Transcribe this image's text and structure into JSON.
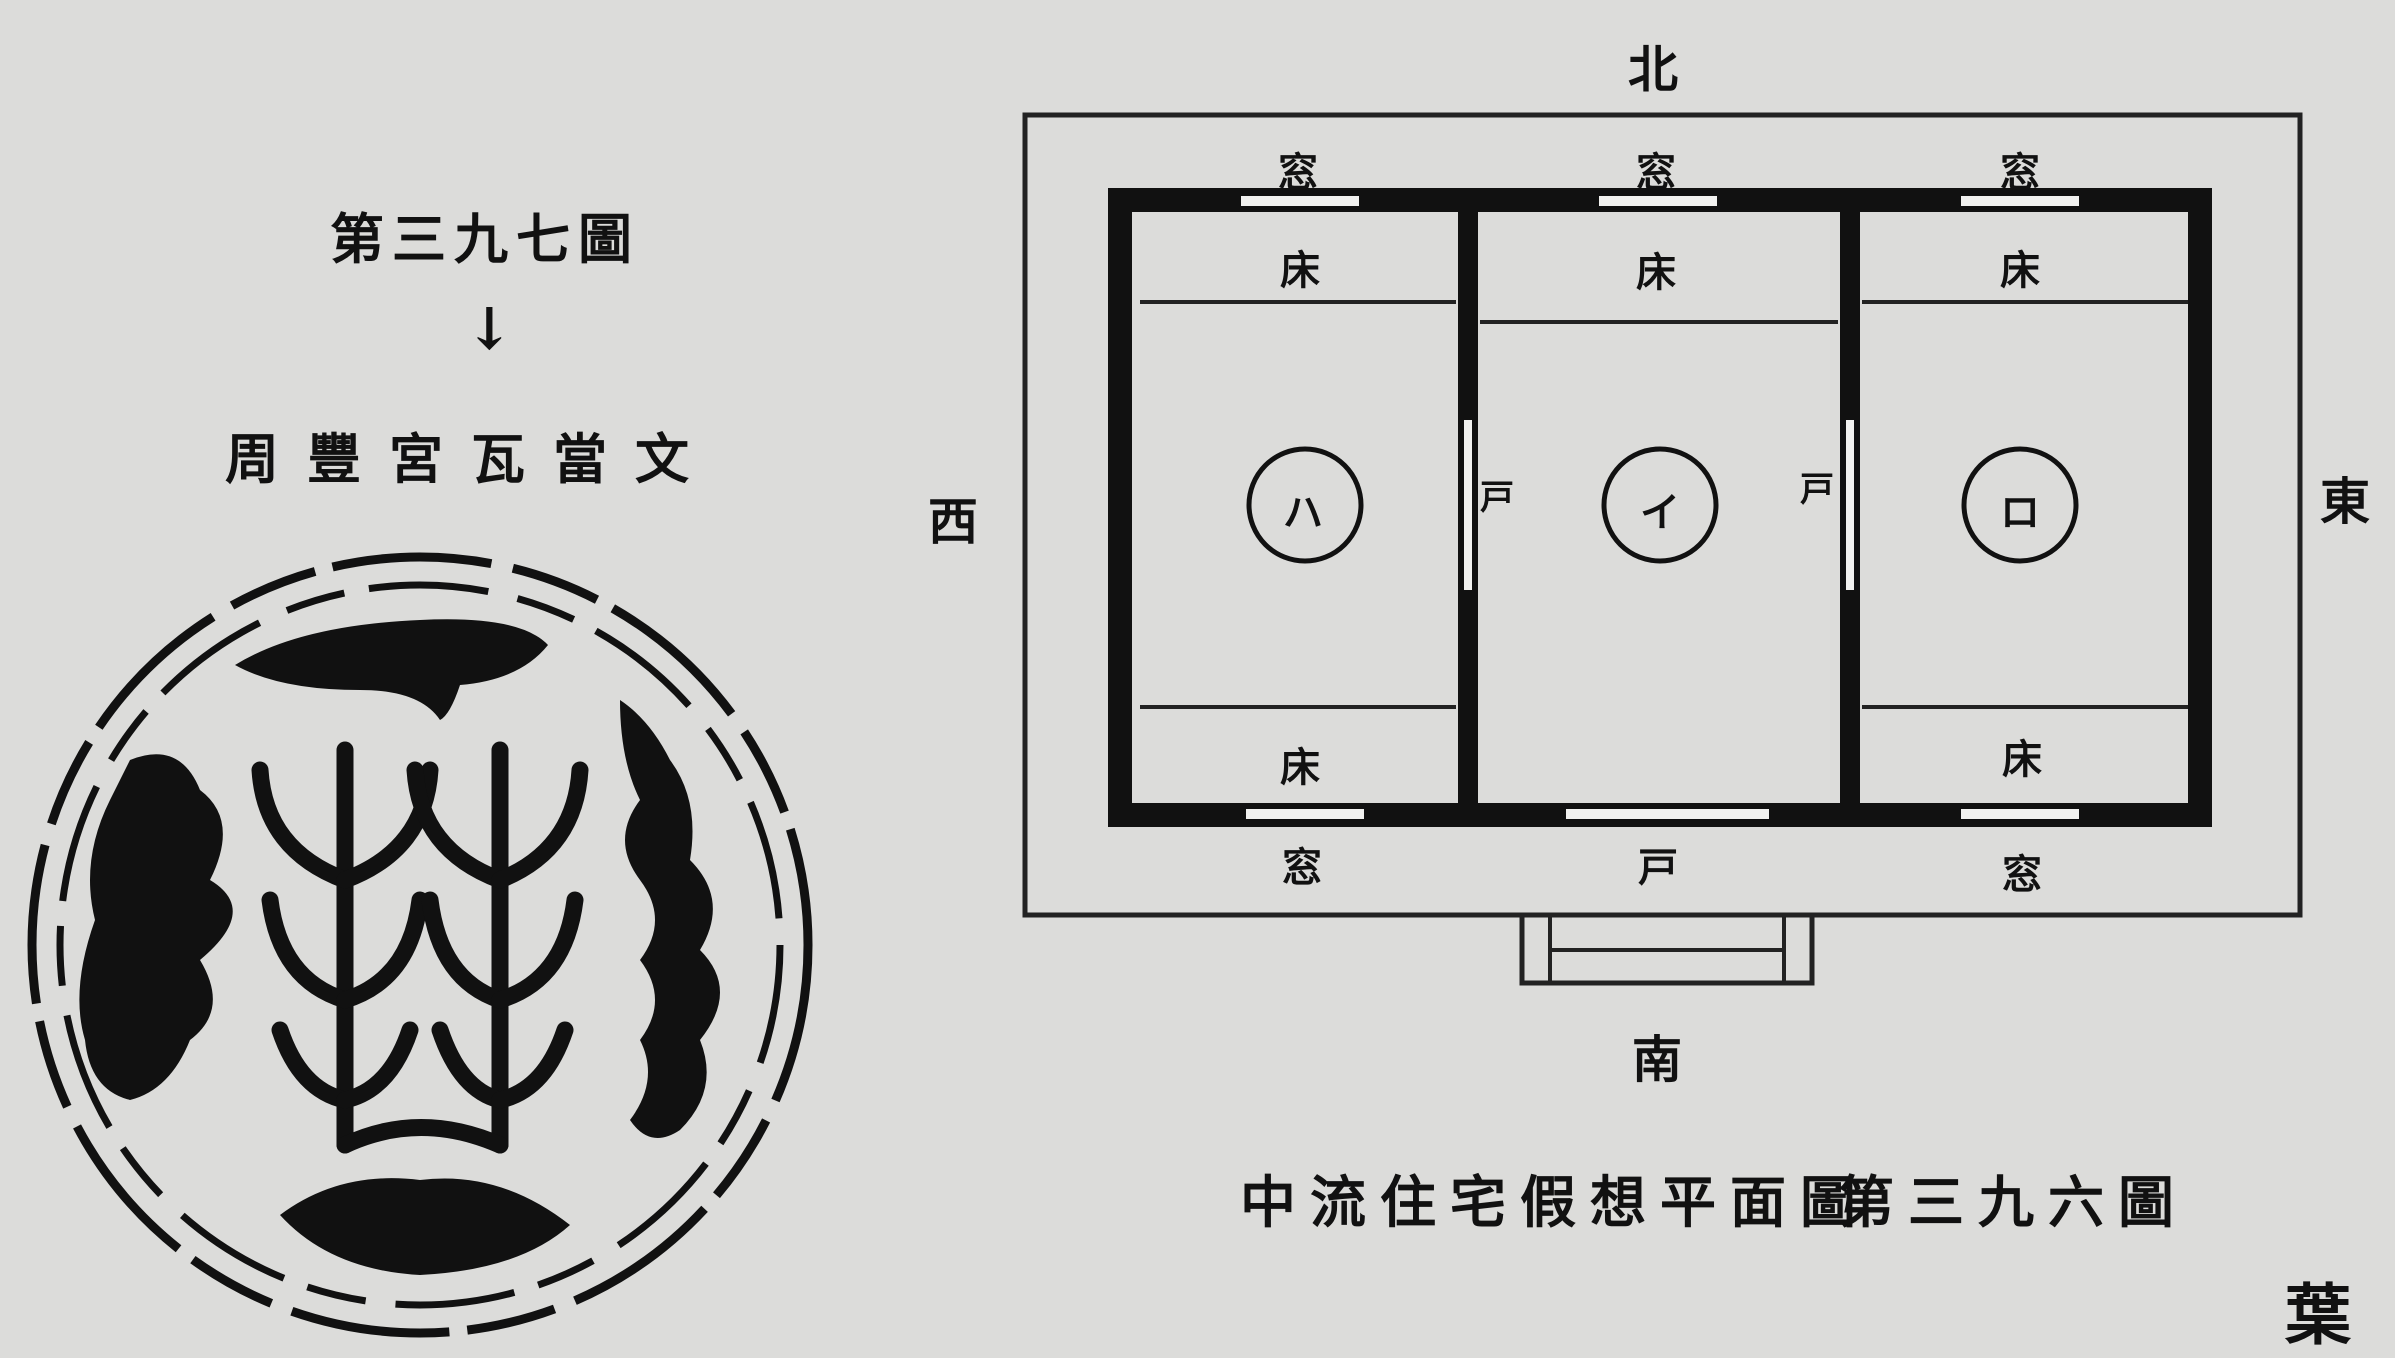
{
  "left_figure": {
    "number": "第三九七圖",
    "title": "周豐宮瓦當文",
    "arrow": "↓"
  },
  "right_figure": {
    "caption_number": "第三九六圖",
    "caption_title": "中流住宅假想平面圖",
    "compass": {
      "north": "北",
      "south": "南",
      "east": "東",
      "west": "西"
    },
    "rooms": {
      "west": {
        "mark": "ハ",
        "north_window": "窓",
        "north_bed": "床",
        "south_bed": "床",
        "south_window": "窓"
      },
      "center": {
        "mark": "イ",
        "north_window": "窓",
        "north_bed": "床",
        "south_door": "戸"
      },
      "east": {
        "mark": "ロ",
        "north_window": "窓",
        "north_bed": "床",
        "south_bed": "床",
        "south_window": "窓"
      }
    },
    "doors": {
      "west_partition": "戸",
      "east_partition": "戸"
    }
  },
  "corner_fragment": "葉"
}
